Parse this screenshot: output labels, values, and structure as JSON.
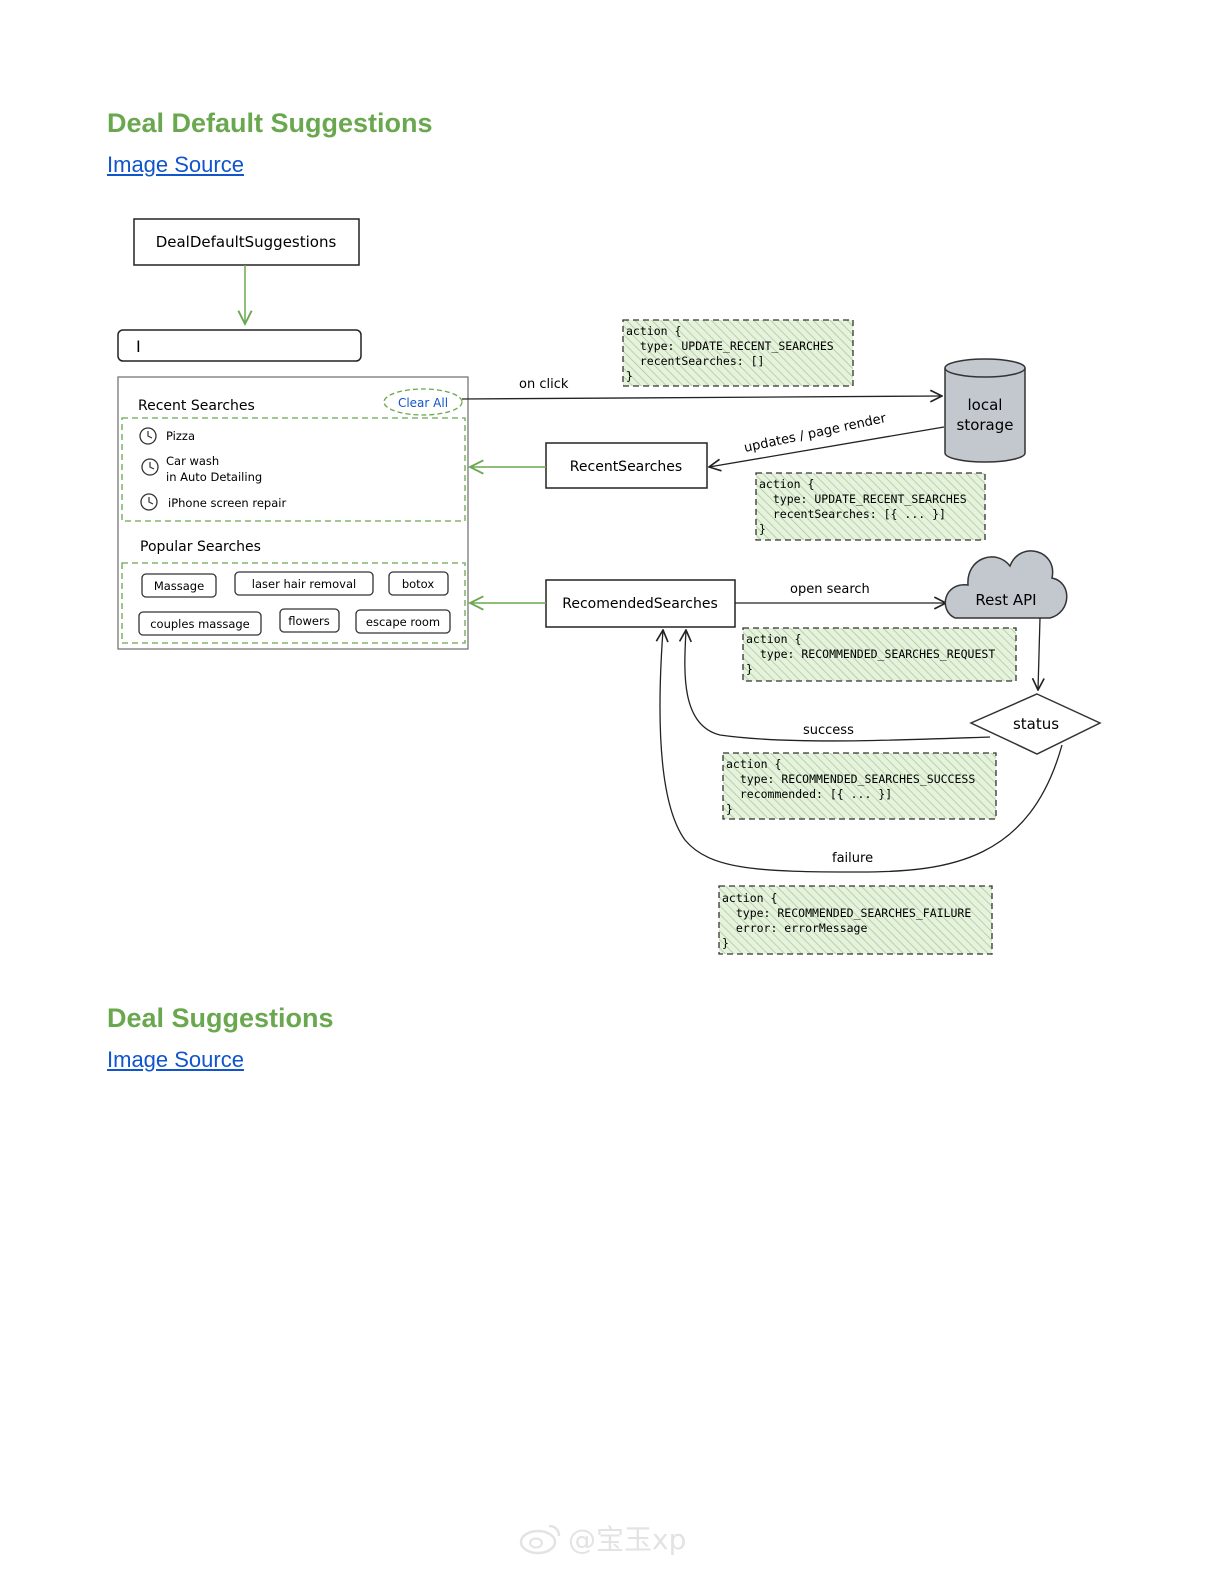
{
  "sections": [
    {
      "title": "Deal Default Suggestions",
      "link_text": "Image Source"
    },
    {
      "title": "Deal Suggestions",
      "link_text": "Image Source"
    }
  ],
  "diagram": {
    "root_component": "DealDefaultSuggestions",
    "search_cursor": "I",
    "recent_searches_header": "Recent Searches",
    "clear_all": "Clear All",
    "recent_items": [
      {
        "line1": "Pizza",
        "line2": ""
      },
      {
        "line1": "Car wash",
        "line2": "in Auto Detailing"
      },
      {
        "line1": "iPhone screen repair",
        "line2": ""
      }
    ],
    "popular_searches_header": "Popular Searches",
    "popular_chips": [
      "Massage",
      "laser hair removal",
      "botox",
      "couples massage",
      "flowers",
      "escape room"
    ],
    "recent_component": "RecentSearches",
    "recommended_component": "RecomendedSearches",
    "local_storage": {
      "line1": "local",
      "line2": "storage"
    },
    "rest_api": "Rest API",
    "status": "status",
    "edge_labels": {
      "on_click": "on click",
      "updates": "updates / page render",
      "open_search": "open search",
      "success": "success",
      "failure": "failure"
    },
    "actions": {
      "update_clear": [
        "action {",
        "  type: UPDATE_RECENT_SEARCHES",
        "  recentSearches: []",
        "}"
      ],
      "update_recent": [
        "action {",
        "  type: UPDATE_RECENT_SEARCHES",
        "  recentSearches: [{ ... }]",
        "}"
      ],
      "request": [
        "action {",
        "  type: RECOMMENDED_SEARCHES_REQUEST",
        "}"
      ],
      "success": [
        "action {",
        "  type: RECOMMENDED_SEARCHES_SUCCESS",
        "  recommended: [{ ... }]",
        "}"
      ],
      "failure": [
        "action {",
        "  type: RECOMMENDED_SEARCHES_FAILURE",
        "  error: errorMessage",
        "}"
      ]
    },
    "colors": {
      "green": "#6aa84f",
      "note_fill": "#d9ead3",
      "gray_fill": "#c3c8cf",
      "link_blue": "#1155cc"
    }
  },
  "watermark": "@宝玉xp"
}
